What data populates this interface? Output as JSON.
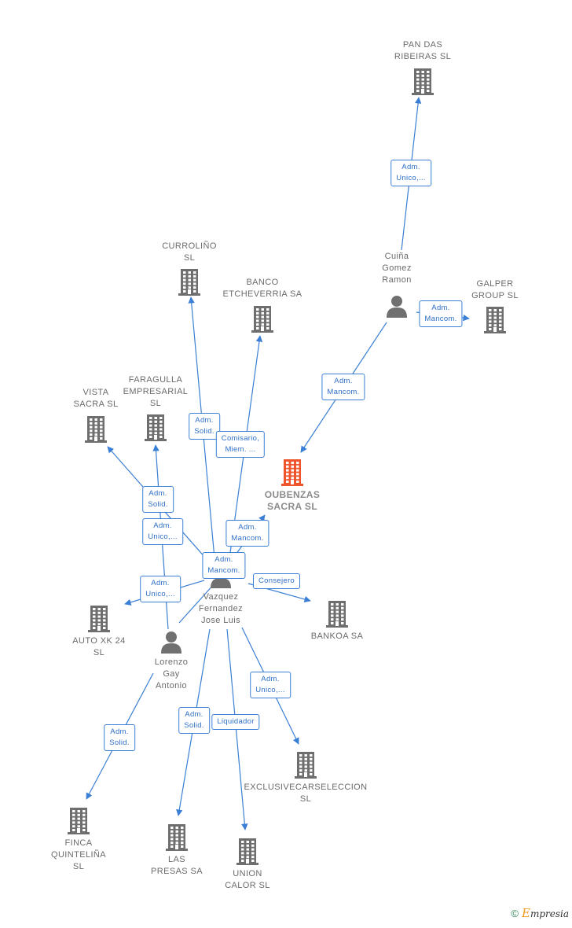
{
  "colors": {
    "edge": "#3a7fd5",
    "company": "#6e6e6e",
    "focus": "#f0542c",
    "person": "#707070"
  },
  "nodes": [
    {
      "id": "pan",
      "type": "company",
      "label": "PAN DAS\nRIBEIRAS  SL",
      "icon": "building-icon"
    },
    {
      "id": "cuina",
      "type": "person",
      "label": "Cuiña\nGomez\nRamon",
      "icon": "person-icon"
    },
    {
      "id": "galper",
      "type": "company",
      "label": "GALPER\nGROUP  SL",
      "icon": "building-icon"
    },
    {
      "id": "curro",
      "type": "company",
      "label": "CURROLIÑO\nSL",
      "icon": "building-icon"
    },
    {
      "id": "banco",
      "type": "company",
      "label": "BANCO\nETCHEVERRIA SA",
      "icon": "building-icon"
    },
    {
      "id": "faragulla",
      "type": "company",
      "label": "FARAGULLA\nEMPRESARIAL\nSL",
      "icon": "building-icon"
    },
    {
      "id": "vista",
      "type": "company",
      "label": "VISTA\nSACRA  SL",
      "icon": "building-icon"
    },
    {
      "id": "oubenzas",
      "type": "focus",
      "label": "OUBENZAS\nSACRA  SL",
      "icon": "building-icon"
    },
    {
      "id": "vazquez",
      "type": "person",
      "label": "Vazquez\nFernandez\nJose Luis",
      "icon": "person-icon"
    },
    {
      "id": "autoxk",
      "type": "company",
      "label": "AUTO XK 24\nSL",
      "icon": "building-icon"
    },
    {
      "id": "bankoa",
      "type": "company",
      "label": "BANKOA SA",
      "icon": "building-icon"
    },
    {
      "id": "lorenzo",
      "type": "person",
      "label": "Lorenzo\nGay\nAntonio",
      "icon": "person-icon"
    },
    {
      "id": "exclusive",
      "type": "company",
      "label": "EXCLUSIVECARSELECCION\nSL",
      "icon": "building-icon"
    },
    {
      "id": "finca",
      "type": "company",
      "label": "FINCA\nQUINTELIÑA\nSL",
      "icon": "building-icon"
    },
    {
      "id": "presas",
      "type": "company",
      "label": "LAS\nPRESAS SA",
      "icon": "building-icon"
    },
    {
      "id": "union",
      "type": "company",
      "label": "UNION\nCALOR SL",
      "icon": "building-icon"
    }
  ],
  "edges": [
    {
      "from": "cuina",
      "to": "pan",
      "label": "Adm.\nUnico,..."
    },
    {
      "from": "cuina",
      "to": "galper",
      "label": "Adm.\nMancom."
    },
    {
      "from": "cuina",
      "to": "oubenzas",
      "label": "Adm.\nMancom."
    },
    {
      "from": "vazquez",
      "to": "curro",
      "label": "Adm.\nSolid."
    },
    {
      "from": "vazquez",
      "to": "banco",
      "label": "Comisario,\nMiem. ..."
    },
    {
      "from": "vazquez",
      "to": "oubenzas",
      "label": "Adm.\nMancom."
    },
    {
      "from": "vazquez",
      "to": "vista",
      "label": "Adm.\nSolid."
    },
    {
      "from": "lorenzo",
      "to": "faragulla",
      "label": "Adm.\nUnico,..."
    },
    {
      "from": "vazquez",
      "to": "autoxk",
      "label": "Adm.\nUnico,..."
    },
    {
      "from": "lorenzo",
      "to": "oubenzas",
      "label": "Adm.\nMancom."
    },
    {
      "from": "vazquez",
      "to": "bankoa",
      "label": "Consejero"
    },
    {
      "from": "vazquez",
      "to": "exclusive",
      "label": "Adm.\nUnico,..."
    },
    {
      "from": "lorenzo",
      "to": "finca",
      "label": "Adm.\nSolid."
    },
    {
      "from": "vazquez",
      "to": "presas",
      "label": "Adm.\nSolid."
    },
    {
      "from": "vazquez",
      "to": "union",
      "label": "Liquidador"
    }
  ],
  "footer": {
    "copyright": "©",
    "brand": "Empresia"
  }
}
